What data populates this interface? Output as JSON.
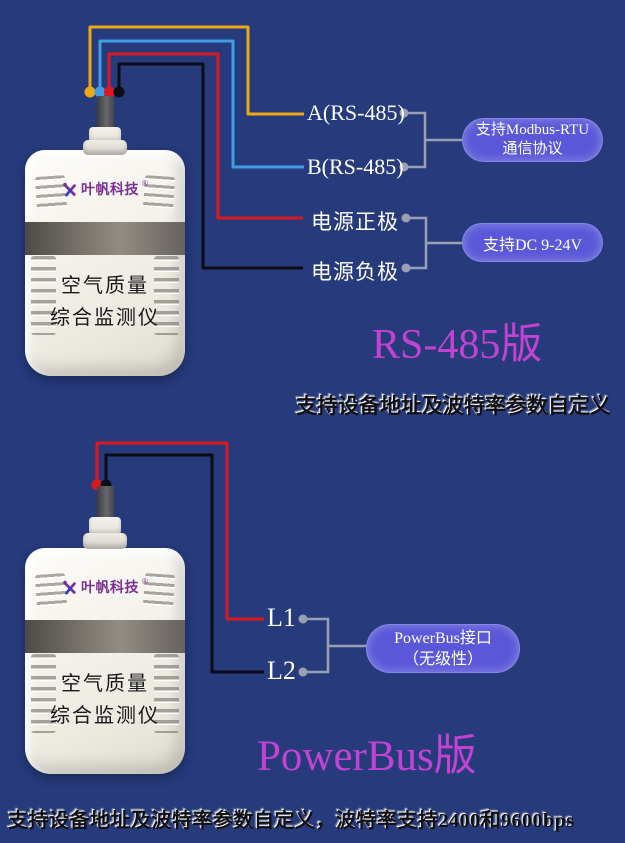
{
  "colors": {
    "background": "#263a7c",
    "pill_bg": "#5a58d8",
    "accent_magenta": "#c243d2",
    "wire_orange": "#eda913",
    "wire_blue": "#3f9de2",
    "wire_red": "#d8191f",
    "wire_black": "#0c0c14",
    "connector_gray": "#9aa0b4",
    "brand_purple": "#7c2f92",
    "brand_blue": "#2e3ecc"
  },
  "device": {
    "brand": "叶帆科技",
    "registered": "®",
    "name_line1": "空气质量",
    "name_line2": "综合监测仪"
  },
  "rs485": {
    "label_a": "A(RS-485)",
    "label_b": "B(RS-485)",
    "label_power_positive": "电源正极",
    "label_power_negative": "电源负极",
    "callout_modbus_line1": "支持Modbus-RTU",
    "callout_modbus_line2": "通信协议",
    "callout_power": "支持DC 9-24V",
    "title": "RS-485版",
    "note": "支持设备地址及波特率参数自定义"
  },
  "powerbus": {
    "label_l1": "L1",
    "label_l2": "L2",
    "callout_line1": "PowerBus接口",
    "callout_line2": "（无级性）",
    "title": "PowerBus版",
    "note": "支持设备地址及波特率参数自定义，波特率支持2400和9600bps"
  }
}
